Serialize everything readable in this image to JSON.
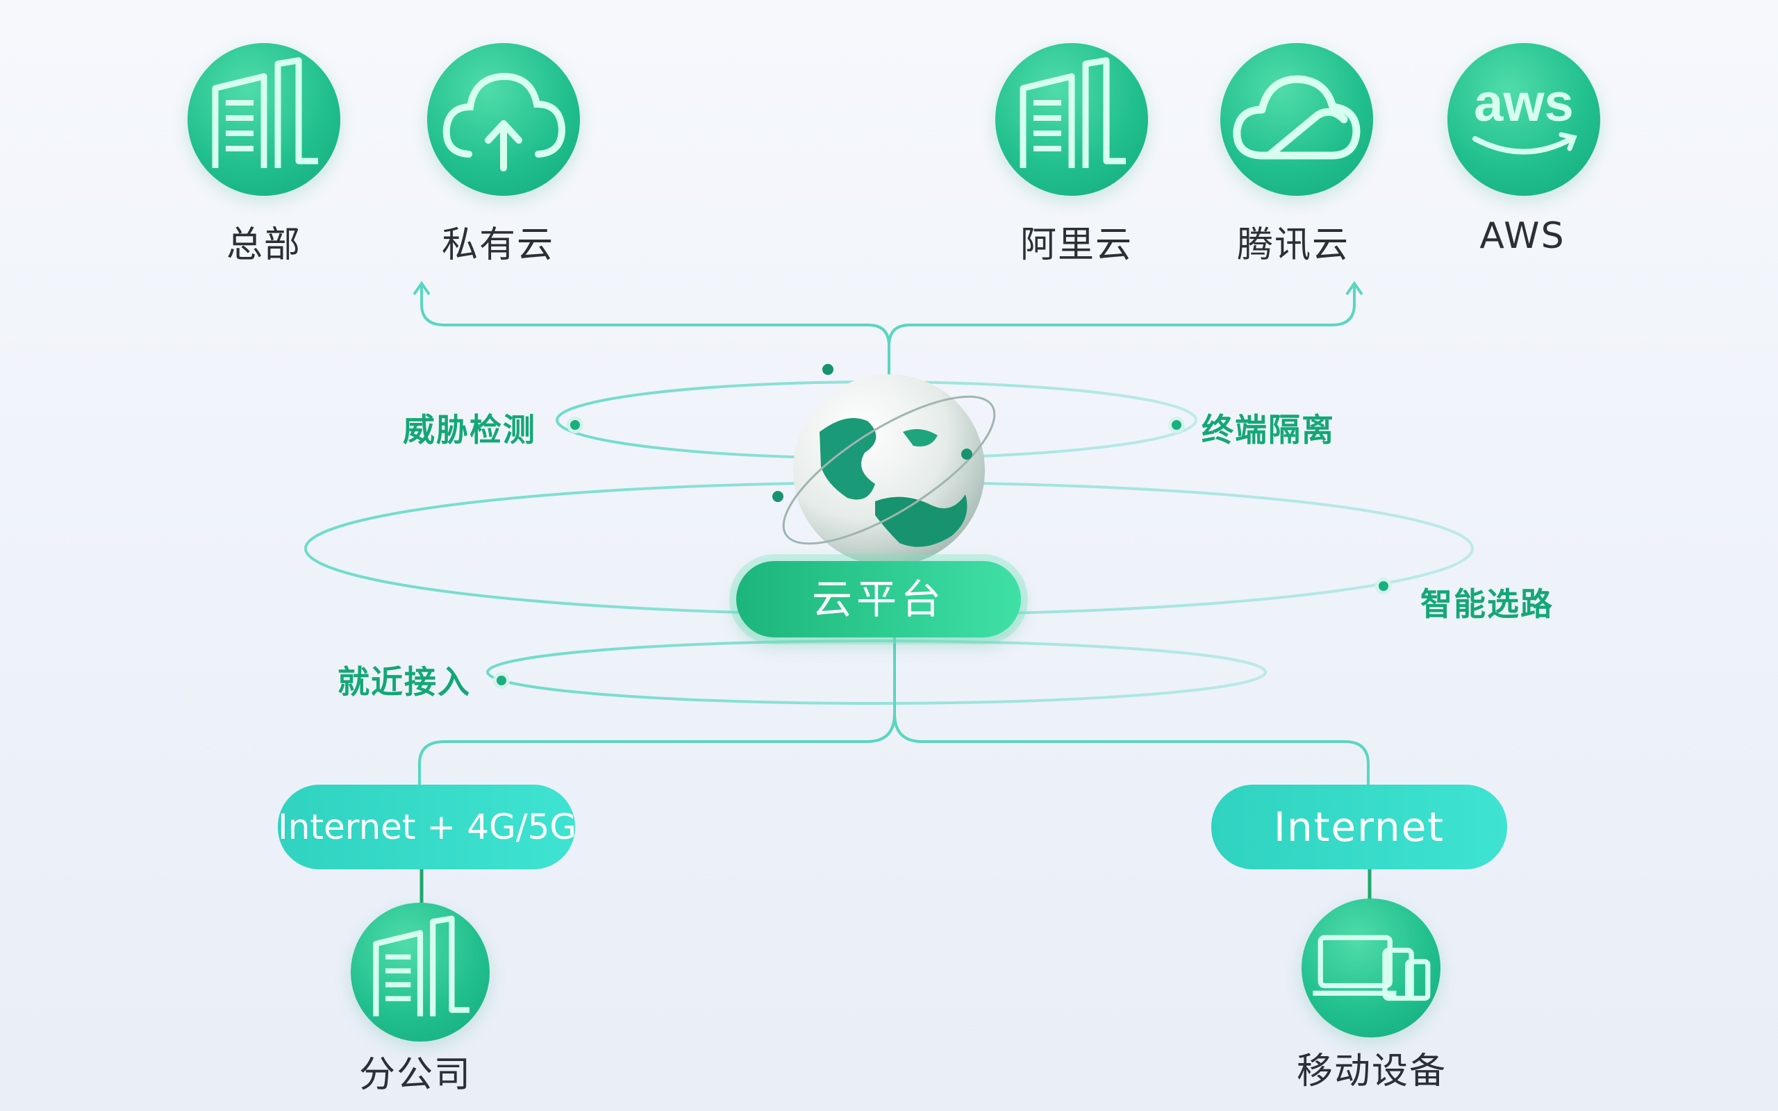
{
  "top_nodes": [
    {
      "label": "总部",
      "icon": "building-icon"
    },
    {
      "label": "私有云",
      "icon": "cloud-upload-icon"
    },
    {
      "label": "阿里云",
      "icon": "building-icon"
    },
    {
      "label": "腾讯云",
      "icon": "tencent-cloud-icon"
    },
    {
      "label": "AWS",
      "icon": "aws-logo-icon"
    }
  ],
  "center": {
    "label": "云平台",
    "icon": "globe-icon"
  },
  "features": {
    "threat_detection": "威胁检测",
    "terminal_isolation": "终端隔离",
    "smart_routing": "智能选路",
    "nearby_access": "就近接入"
  },
  "links": {
    "left": "Internet + 4G/5G",
    "right": "Internet"
  },
  "bottom_nodes": [
    {
      "label": "分公司",
      "icon": "building-icon"
    },
    {
      "label": "移动设备",
      "icon": "devices-icon"
    }
  ],
  "colors": {
    "primary_green": "#22c08e",
    "feature_text": "#14a776",
    "line": "#5ad6c0",
    "teal_pill": "#36dac8"
  }
}
